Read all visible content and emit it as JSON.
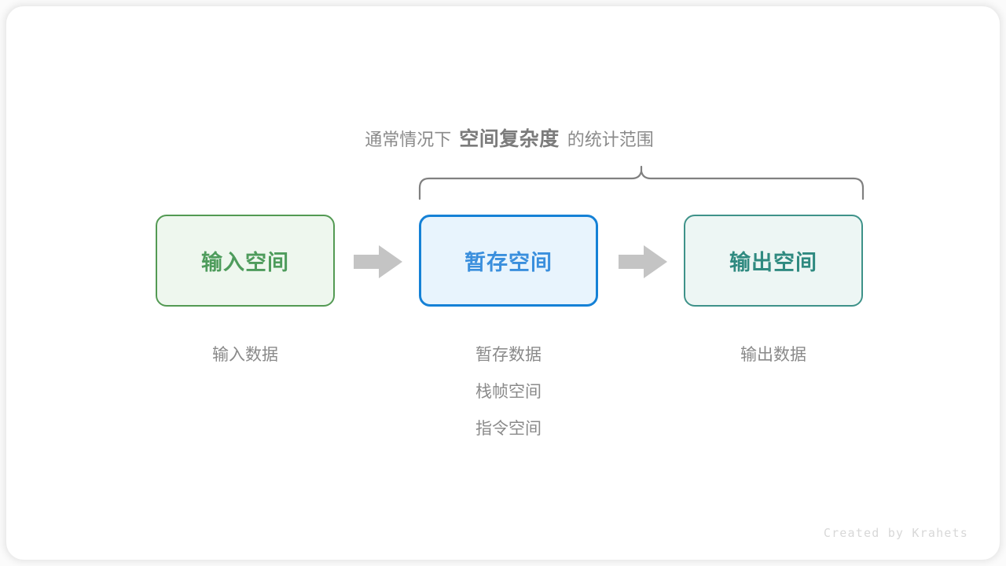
{
  "caption": {
    "prefix": "通常情况下",
    "emphasis": "空间复杂度",
    "suffix": "的统计范围"
  },
  "blocks": [
    {
      "id": "input",
      "title": "输入空间",
      "accent": "#4e9c5c",
      "fill": "#eef7ee",
      "border": "#539a53",
      "sublabels": [
        "输入数据"
      ]
    },
    {
      "id": "temp",
      "title": "暂存空间",
      "accent": "#3a8fdd",
      "fill": "#e8f4fd",
      "border": "#1581d6",
      "sublabels": [
        "暂存数据",
        "栈帧空间",
        "指令空间"
      ]
    },
    {
      "id": "output",
      "title": "输出空间",
      "accent": "#2f8a80",
      "fill": "#edf6f4",
      "border": "#3e9289",
      "sublabels": [
        "输出数据"
      ]
    }
  ],
  "arrows": [
    {
      "id": "arrow-1",
      "from": "input",
      "to": "temp",
      "color": "#c4c4c4"
    },
    {
      "id": "arrow-2",
      "from": "temp",
      "to": "output",
      "color": "#c4c4c4"
    }
  ],
  "brace": {
    "color": "#808080",
    "spans": [
      "temp",
      "output"
    ]
  },
  "watermark": "Created by Krahets"
}
